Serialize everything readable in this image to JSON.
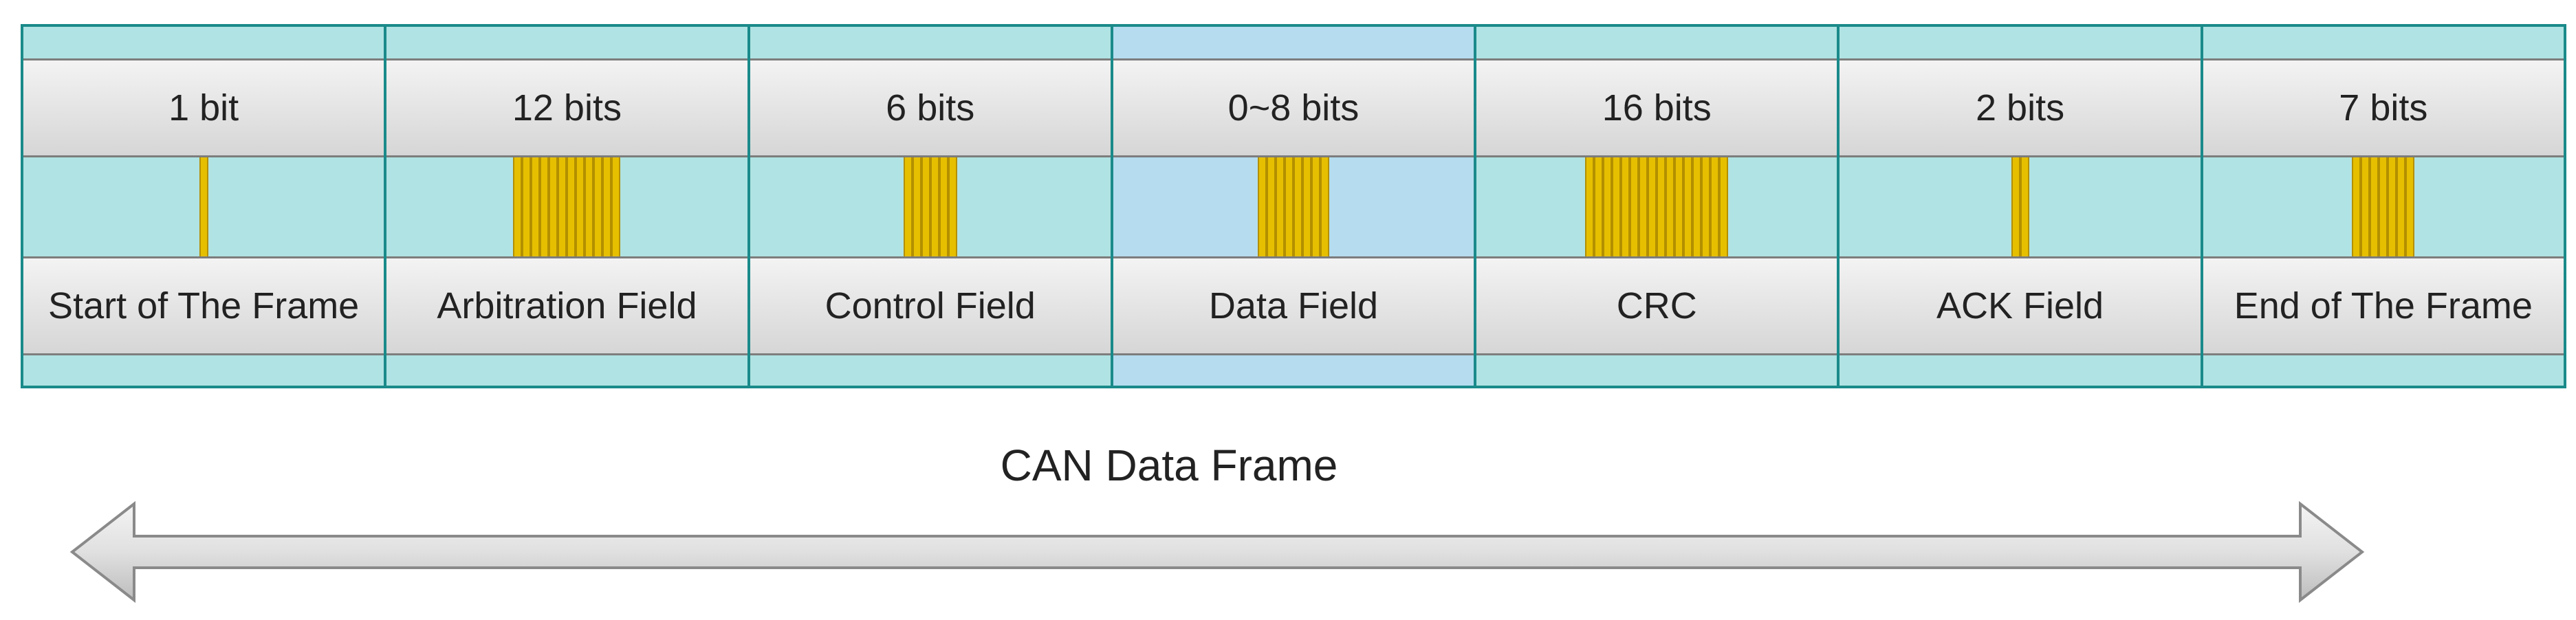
{
  "colors": {
    "band": "#b0e3e3",
    "band_highlight": "#b5dcef",
    "bit": "#e6c000",
    "border": "#1a8a8a"
  },
  "fields": [
    {
      "bits_label": "1 bit",
      "name": "Start of The Frame",
      "bit_count": 1,
      "highlight": false
    },
    {
      "bits_label": "12 bits",
      "name": "Arbitration Field",
      "bit_count": 12,
      "highlight": false
    },
    {
      "bits_label": "6 bits",
      "name": "Control Field",
      "bit_count": 6,
      "highlight": false
    },
    {
      "bits_label": "0~8 bits",
      "name": "Data Field",
      "bit_count": 8,
      "highlight": true
    },
    {
      "bits_label": "16 bits",
      "name": "CRC",
      "bit_count": 16,
      "highlight": false
    },
    {
      "bits_label": "2 bits",
      "name": "ACK Field",
      "bit_count": 2,
      "highlight": false
    },
    {
      "bits_label": "7 bits",
      "name": "End of The Frame",
      "bit_count": 7,
      "highlight": false
    }
  ],
  "frame_title": "CAN Data Frame"
}
